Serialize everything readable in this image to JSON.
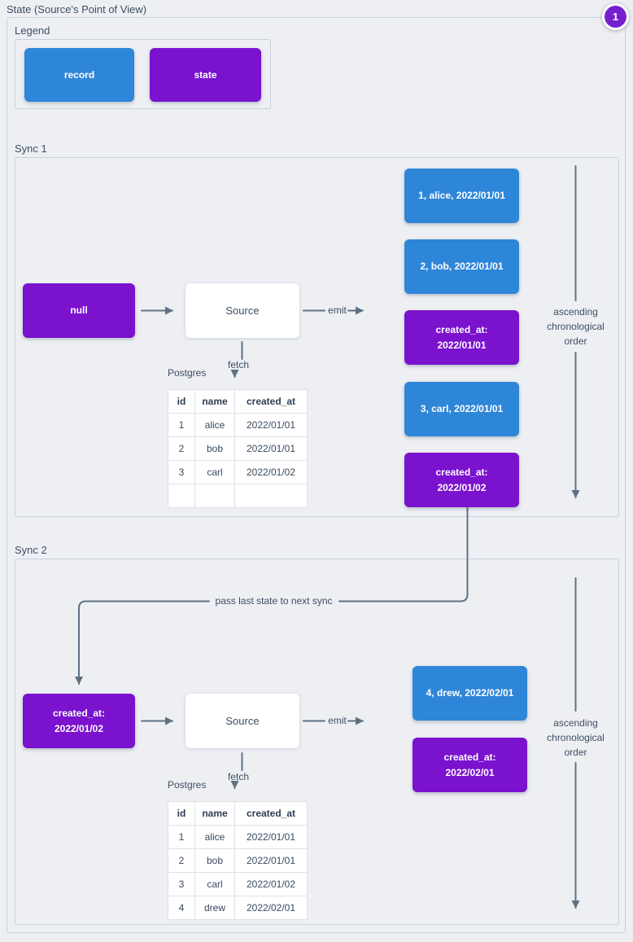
{
  "page": {
    "title": "State (Source's Point of View)",
    "badge": "1"
  },
  "colors": {
    "record_blue": "#2e86d8",
    "state_purple": "#7a12ce",
    "badge_purple": "#7420cf",
    "line_gray": "#5e7184",
    "frame_border": "#c9d1dc",
    "background": "#edeff3",
    "label_text": "#3f4e63"
  },
  "legend": {
    "label": "Legend",
    "items": [
      {
        "label": "record"
      },
      {
        "label": "state"
      }
    ]
  },
  "sync1": {
    "label": "Sync 1",
    "input_state": "null",
    "source": "Source",
    "emit": "emit",
    "fetch": "fetch",
    "database": "Postgres",
    "stream": [
      {
        "type": "record",
        "lines": [
          "1, alice, 2022/01/01"
        ]
      },
      {
        "type": "record",
        "lines": [
          "2, bob, 2022/01/01"
        ]
      },
      {
        "type": "state",
        "lines": [
          "created_at:",
          "2022/01/01"
        ]
      },
      {
        "type": "record",
        "lines": [
          "3, carl, 2022/01/01"
        ]
      },
      {
        "type": "state",
        "lines": [
          "created_at:",
          "2022/01/02"
        ]
      }
    ],
    "order_note": [
      "ascending",
      "chronological",
      "order"
    ],
    "table": {
      "headers": [
        "id",
        "name",
        "created_at"
      ],
      "rows": [
        [
          "1",
          "alice",
          "2022/01/01"
        ],
        [
          "2",
          "bob",
          "2022/01/01"
        ],
        [
          "3",
          "carl",
          "2022/01/02"
        ],
        [
          "",
          "",
          ""
        ]
      ]
    }
  },
  "connector": {
    "label": "pass last state to next sync"
  },
  "sync2": {
    "label": "Sync 2",
    "input_state_lines": [
      "created_at:",
      "2022/01/02"
    ],
    "source": "Source",
    "emit": "emit",
    "fetch": "fetch",
    "database": "Postgres",
    "stream": [
      {
        "type": "record",
        "lines": [
          "4, drew, 2022/02/01"
        ]
      },
      {
        "type": "state",
        "lines": [
          "created_at:",
          "2022/02/01"
        ]
      }
    ],
    "order_note": [
      "ascending",
      "chronological",
      "order"
    ],
    "table": {
      "headers": [
        "id",
        "name",
        "created_at"
      ],
      "rows": [
        [
          "1",
          "alice",
          "2022/01/01"
        ],
        [
          "2",
          "bob",
          "2022/01/01"
        ],
        [
          "3",
          "carl",
          "2022/01/02"
        ],
        [
          "4",
          "drew",
          "2022/02/01"
        ]
      ]
    }
  }
}
